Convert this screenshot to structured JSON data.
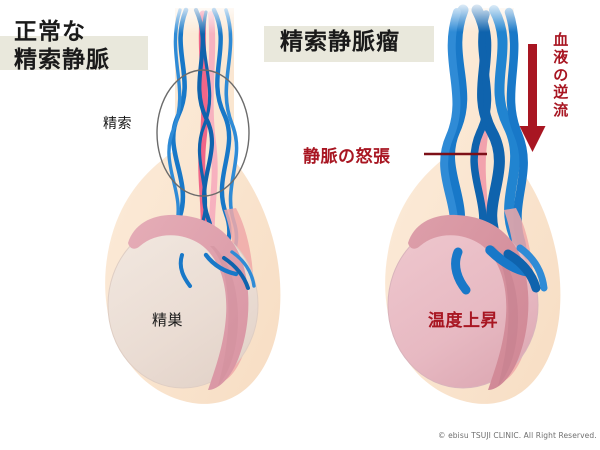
{
  "figure": {
    "kind": "medical-illustration",
    "subject": "varicocele-comparison"
  },
  "panels": {
    "left": {
      "title": "正常な\n精索静脈",
      "labels": {
        "cord": "精索",
        "testis": "精巣"
      }
    },
    "right": {
      "title": "精索静脈瘤",
      "labels": {
        "distension": "静脈の怒張",
        "temperature": "温度上昇",
        "backflow": "血液の逆流"
      }
    }
  },
  "footer": {
    "copyright": "© ebisu TSUJI CLINIC. All Right Reserved."
  },
  "colors": {
    "title_band": "#e9e8dc",
    "title_text": "#1a1a1a",
    "annotation_red": "#a81622",
    "vein_blue": "#1878c8",
    "vein_blue_dark": "#0f63ad",
    "artery_pink": "#ef5f84",
    "scrotum_cream": "#fbe6d0",
    "testis_pale": "#ece0d8",
    "testis_flushed": "#e8bcc4",
    "epididymis_pink": "#e0a3ae",
    "circle_outline": "#6b6b6b",
    "background": "#ffffff"
  }
}
